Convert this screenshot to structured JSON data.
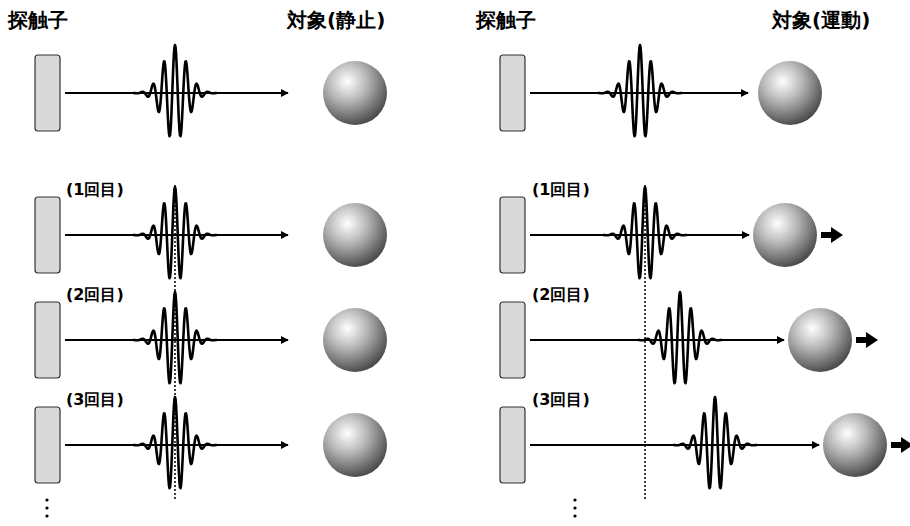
{
  "diagram": {
    "labels": [
      "探触子",
      "対象(静止)",
      "探触子",
      "対象(運動)",
      "(1回目)",
      "(2回目)",
      "(3回目)",
      "(1回目)",
      "(2回目)",
      "(3回目)"
    ]
  }
}
